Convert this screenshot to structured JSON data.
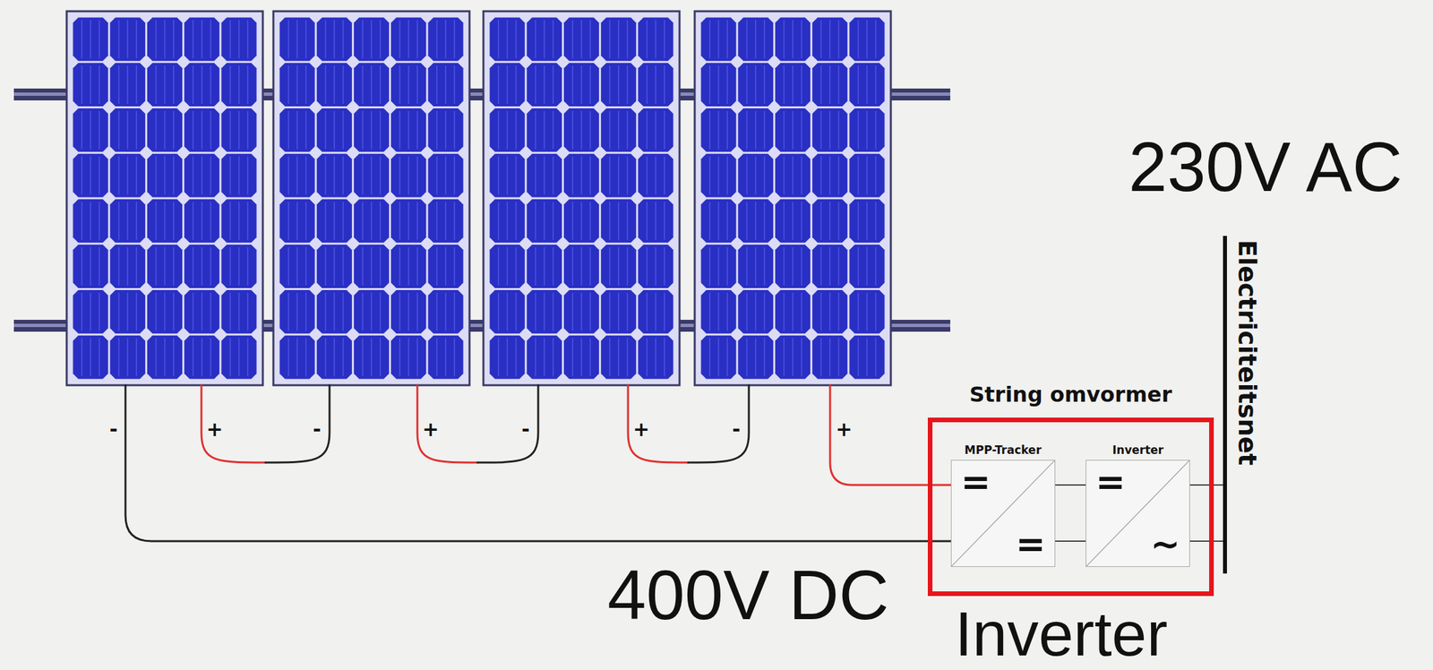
{
  "diagram": {
    "nodes": [
      {
        "text": [
          "String omvormer"
        ]
      },
      {
        "text": [
          "MPP-Tracker",
          "=",
          "="
        ],
        "in": 0
      },
      {
        "text": [
          "Inverter",
          "=",
          "~"
        ],
        "in": 0
      },
      {
        "text": [
          "Electriciteitsnet"
        ]
      }
    ],
    "edges": [
      {
        "from": 1,
        "to": 2,
        "arrow": "none"
      },
      {
        "from": 1,
        "to": 2,
        "arrow": "none"
      },
      {
        "from": 2,
        "to": 3,
        "arrow": "none"
      },
      {
        "from": 2,
        "to": 3,
        "arrow": "none"
      }
    ],
    "labels": [
      "-",
      "+",
      "-",
      "+",
      "-",
      "+",
      "-",
      "+",
      "230V AC",
      "400V DC",
      "Inverter"
    ]
  }
}
